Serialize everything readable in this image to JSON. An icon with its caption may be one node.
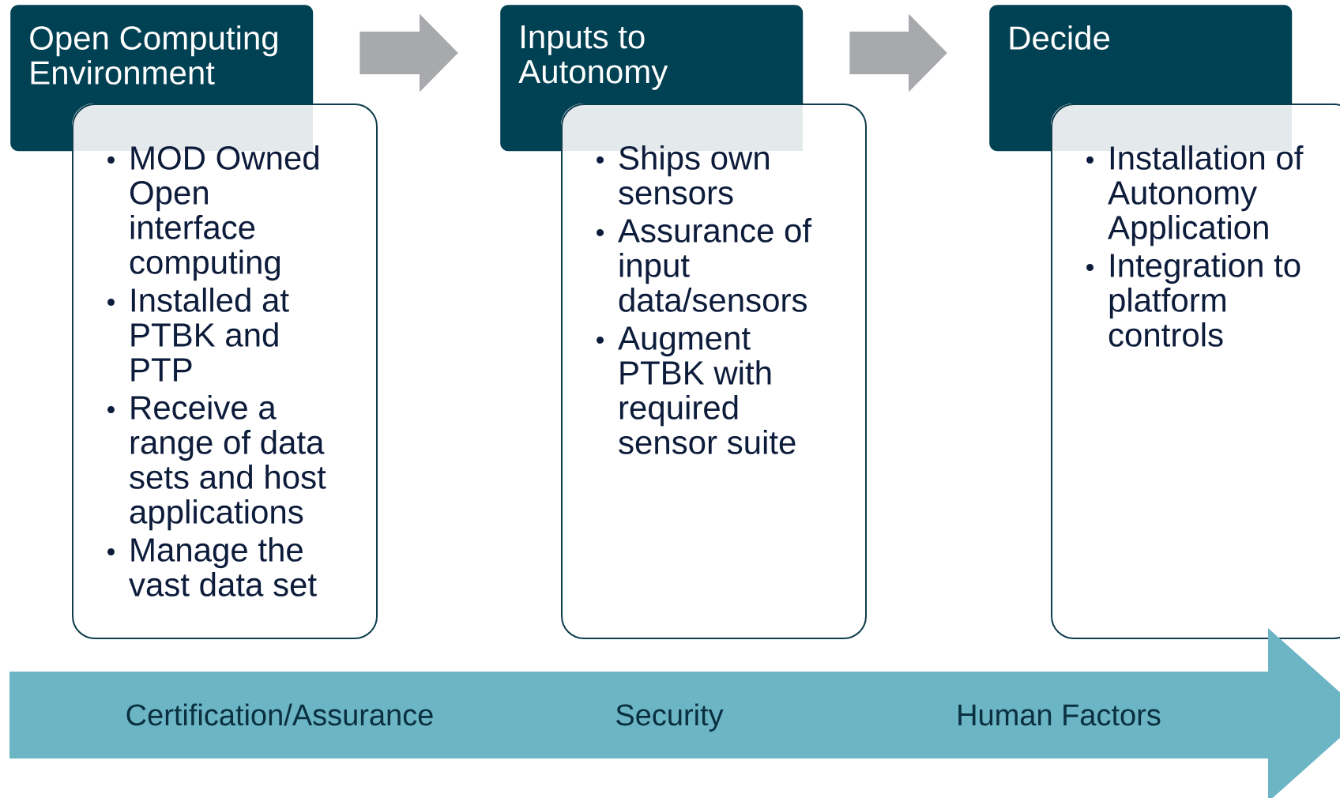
{
  "diagram": {
    "nodes": [
      {
        "text": [
          "Open Computing Environment"
        ]
      },
      {
        "text": [
          "MOD Owned Open interface computing",
          "Installed at PTBK and PTP",
          "Receive a range of data sets and host applications",
          "Manage the vast data set"
        ]
      },
      {
        "text": [
          "Inputs to Autonomy"
        ]
      },
      {
        "text": [
          "Ships own sensors",
          "Assurance of input data/sensors",
          "Augment PTBK with required sensor suite"
        ]
      },
      {
        "text": [
          "Decide"
        ]
      },
      {
        "text": [
          "Installation of Autonomy Application",
          "Integration to platform controls"
        ]
      },
      {
        "text": [
          "Certification/Assurance",
          "Security",
          "Human Factors"
        ]
      }
    ],
    "edges": [
      {
        "from": 0,
        "to": 2,
        "arrow": "to"
      },
      {
        "from": 2,
        "to": 4,
        "arrow": "to"
      }
    ]
  }
}
